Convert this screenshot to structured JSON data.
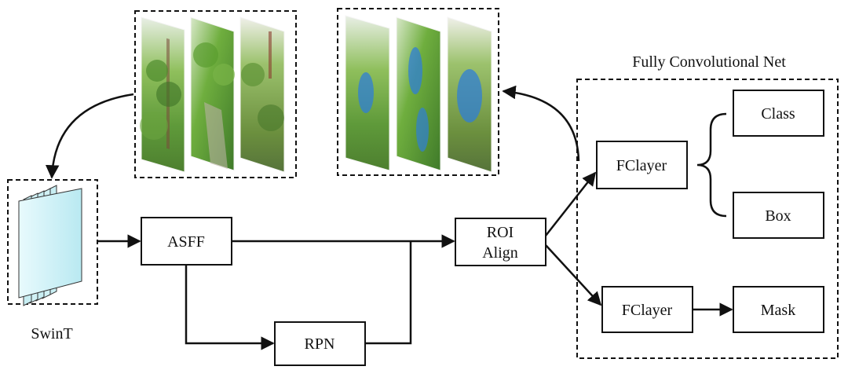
{
  "nodes": {
    "asff": "ASFF",
    "rpn": "RPN",
    "roi_line1": "ROI",
    "roi_line2": "Align",
    "fclayer_top": "FClayer",
    "fclayer_bottom": "FClayer",
    "class": "Class",
    "box": "Box",
    "mask": "Mask"
  },
  "labels": {
    "swint": "SwinT",
    "fcn_title": "Fully Convolutional Net"
  },
  "input_images": {
    "count": 3,
    "content": "greenhouse grape vine photos"
  },
  "output_images": {
    "count": 3,
    "content": "greenhouse grape vine photos with blue segmentation masks on grape clusters"
  },
  "colors": {
    "line": "#111111",
    "layer_fill": "#c8eef3",
    "layer_stroke": "#222222",
    "mask_overlay": "#2f7fd6"
  }
}
